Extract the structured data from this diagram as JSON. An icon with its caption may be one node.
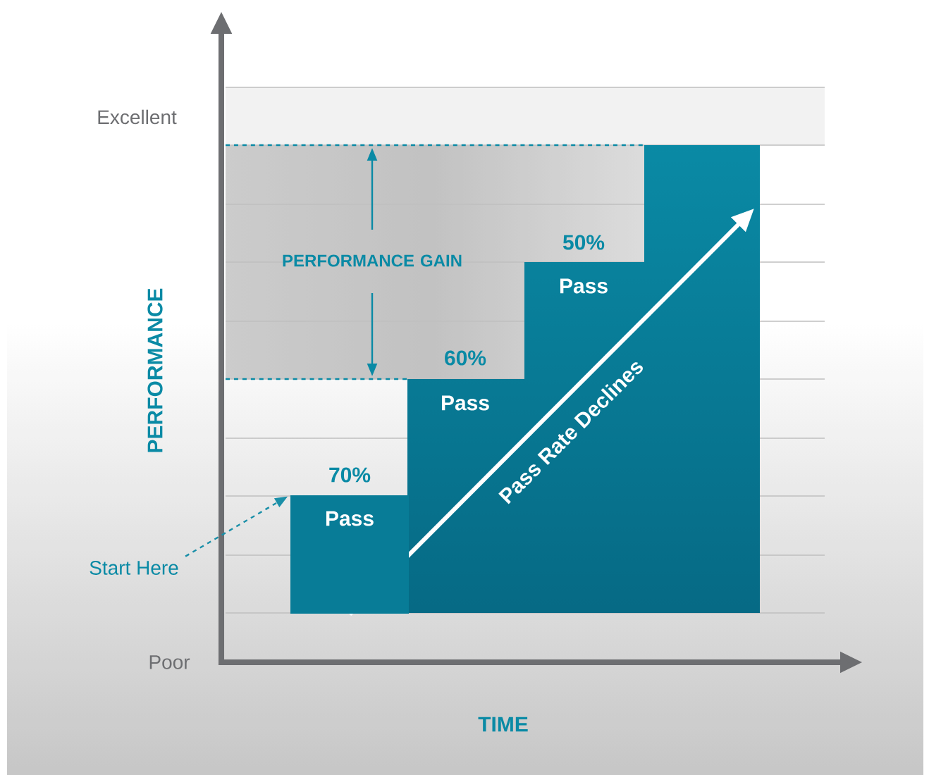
{
  "diagram": {
    "nodes": [
      {
        "text": [
          "Start Here"
        ]
      },
      {
        "text": [],
        "shape": "bar"
      }
    ],
    "edges": [
      {
        "from": 0,
        "to": 1,
        "arrow": "to",
        "style": "dashed",
        "color": "#1a8fa8"
      }
    ],
    "labels": [
      "Excellent",
      "PERFORMANCE GAIN",
      "50%",
      "Pass",
      "60%",
      "Pass",
      "Pass Rate Declines",
      "PERFORMANCE",
      "70%",
      "Pass",
      "Poor",
      "TIME"
    ]
  }
}
